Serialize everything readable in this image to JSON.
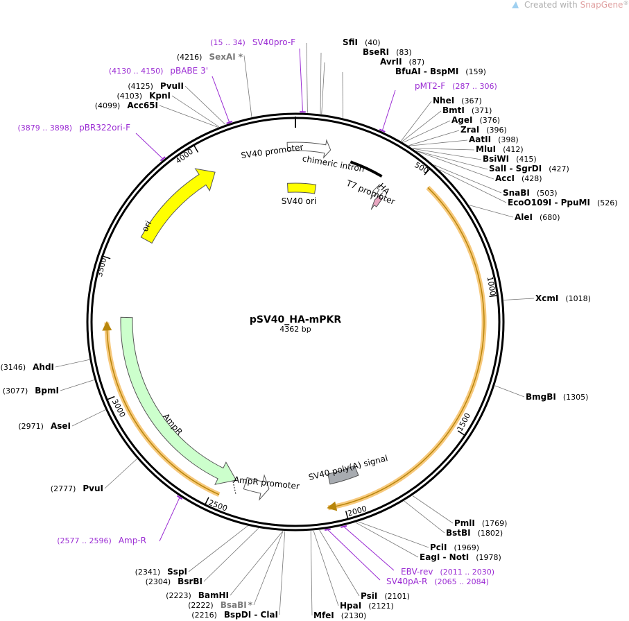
{
  "credit": {
    "prefix": "Created with ",
    "brand": "SnapGene",
    "mark": "®"
  },
  "plasmid": {
    "name": "pSV40_HA-mPKR",
    "size": "4362 bp"
  },
  "colors": {
    "primer": "#9a2bd3",
    "ori": "#ffff00",
    "ampr": "#ccffcc",
    "orf": "#f7c97c",
    "polyA": "#a7abb0",
    "ha": "#e8a6c0"
  },
  "ticks": [
    "500",
    "1000",
    "1500",
    "2000",
    "2500",
    "3000",
    "3500",
    "4000"
  ],
  "features": [
    {
      "id": "sv40-promoter",
      "label": "SV40 promoter"
    },
    {
      "id": "chimeric-intron",
      "label": "chimeric intron"
    },
    {
      "id": "t7-promoter",
      "label": "T7 promoter"
    },
    {
      "id": "ha",
      "label": "HA"
    },
    {
      "id": "sv40-ori",
      "label": "SV40 ori"
    },
    {
      "id": "ori",
      "label": "ori"
    },
    {
      "id": "ampr",
      "label": "AmpR"
    },
    {
      "id": "ampr-promoter",
      "label": "AmpR promoter"
    },
    {
      "id": "polya",
      "label": "SV40 poly(A) signal"
    }
  ],
  "sites_right": [
    {
      "name": "SfiI",
      "pos": "(40)"
    },
    {
      "name": "BseRI",
      "pos": "(83)"
    },
    {
      "name": "AvrII",
      "pos": "(87)"
    },
    {
      "name": "BfuAI - BspMI",
      "pos": "(159)"
    },
    {
      "name": "NheI",
      "pos": "(367)"
    },
    {
      "name": "BmtI",
      "pos": "(371)"
    },
    {
      "name": "AgeI",
      "pos": "(376)"
    },
    {
      "name": "ZraI",
      "pos": "(396)"
    },
    {
      "name": "AatII",
      "pos": "(398)"
    },
    {
      "name": "MluI",
      "pos": "(412)"
    },
    {
      "name": "BsiWI",
      "pos": "(415)"
    },
    {
      "name": "SalI - SgrDI",
      "pos": "(427)"
    },
    {
      "name": "AccI",
      "pos": "(428)"
    },
    {
      "name": "SnaBI",
      "pos": "(503)"
    },
    {
      "name": "EcoO109I - PpuMI",
      "pos": "(526)"
    },
    {
      "name": "AleI",
      "pos": "(680)"
    },
    {
      "name": "XcmI",
      "pos": "(1018)"
    },
    {
      "name": "BmgBI",
      "pos": "(1305)"
    },
    {
      "name": "PmlI",
      "pos": "(1769)"
    },
    {
      "name": "BstBI",
      "pos": "(1802)"
    },
    {
      "name": "PciI",
      "pos": "(1969)"
    },
    {
      "name": "EagI - NotI",
      "pos": "(1978)"
    },
    {
      "name": "PsiI",
      "pos": "(2101)"
    },
    {
      "name": "HpaI",
      "pos": "(2121)"
    },
    {
      "name": "MfeI",
      "pos": "(2130)"
    }
  ],
  "sites_left": [
    {
      "name": "SexAI",
      "pos": "(4216)",
      "star": "*"
    },
    {
      "name": "PvuII",
      "pos": "(4125)"
    },
    {
      "name": "KpnI",
      "pos": "(4103)"
    },
    {
      "name": "Acc65I",
      "pos": "(4099)"
    },
    {
      "name": "AhdI",
      "pos": "(3146)"
    },
    {
      "name": "BpmI",
      "pos": "(3077)"
    },
    {
      "name": "AseI",
      "pos": "(2971)"
    },
    {
      "name": "PvuI",
      "pos": "(2777)"
    },
    {
      "name": "SspI",
      "pos": "(2341)"
    },
    {
      "name": "BsrBI",
      "pos": "(2304)"
    },
    {
      "name": "BamHI",
      "pos": "(2223)"
    },
    {
      "name": "BsaBI",
      "pos": "(2222)",
      "star": "*"
    },
    {
      "name": "BspDI - ClaI",
      "pos": "(2216)"
    }
  ],
  "primers": [
    {
      "name": "SV40pro-F",
      "pos": "(15 .. 34)"
    },
    {
      "name": "pBABE 3'",
      "pos": "(4130 .. 4150)"
    },
    {
      "name": "pMT2-F",
      "pos": "(287 .. 306)"
    },
    {
      "name": "pBR322ori-F",
      "pos": "(3879 .. 3898)"
    },
    {
      "name": "EBV-rev",
      "pos": "(2011 .. 2030)"
    },
    {
      "name": "SV40pA-R",
      "pos": "(2065 .. 2084)"
    },
    {
      "name": "Amp-R",
      "pos": "(2577 .. 2596)"
    }
  ]
}
